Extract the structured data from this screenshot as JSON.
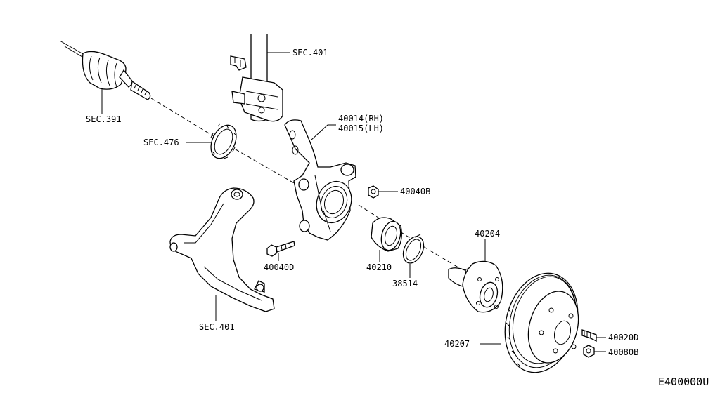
{
  "diagram_code": "E400000U",
  "labels": {
    "sec391": "SEC.391",
    "sec476": "SEC.476",
    "sec401_strut": "SEC.401",
    "sec401_arm": "SEC.401",
    "knuckle_rh": "40014(RH)",
    "knuckle_lh": "40015(LH)",
    "nut_40040b": "40040B",
    "bolt_40040d": "40040D",
    "bearing": "40210",
    "snap_ring": "38514",
    "hub": "40204",
    "rotor": "40207",
    "hub_bolt": "40020D",
    "wheel_nut": "40080B"
  }
}
